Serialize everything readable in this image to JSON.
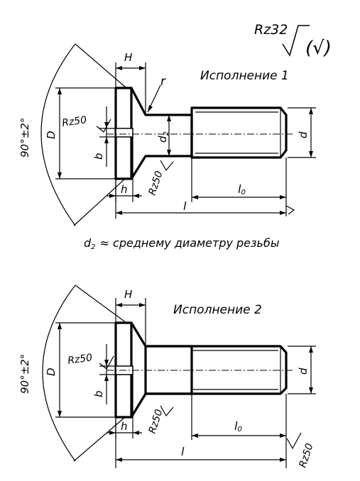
{
  "roughness": {
    "general_label": "Rz32",
    "other_symbol": "(√)",
    "slot_label": "Rz50",
    "cone_label": "Rz50",
    "thread_label": "Rz50"
  },
  "version1": {
    "title": "Исполнение 1",
    "angle": "90°±2°",
    "dim_H": "H",
    "dim_D": "D",
    "dim_b": "b",
    "dim_h": "h",
    "dim_r": "r",
    "dim_d2": "d",
    "dim_d2_sub": "2",
    "dim_d": "d",
    "dim_l0": "l",
    "dim_l0_sub": "0",
    "dim_l": "l"
  },
  "note": {
    "var": "d",
    "sub": "2",
    "text": "≈ среднему  диаметру  резьбы"
  },
  "version2": {
    "title": "Исполнение 2",
    "angle": "90°±2°",
    "dim_H": "H",
    "dim_D": "D",
    "dim_b": "b",
    "dim_h": "h",
    "dim_d": "d",
    "dim_l0": "l",
    "dim_l0_sub": "0",
    "dim_l": "l"
  }
}
